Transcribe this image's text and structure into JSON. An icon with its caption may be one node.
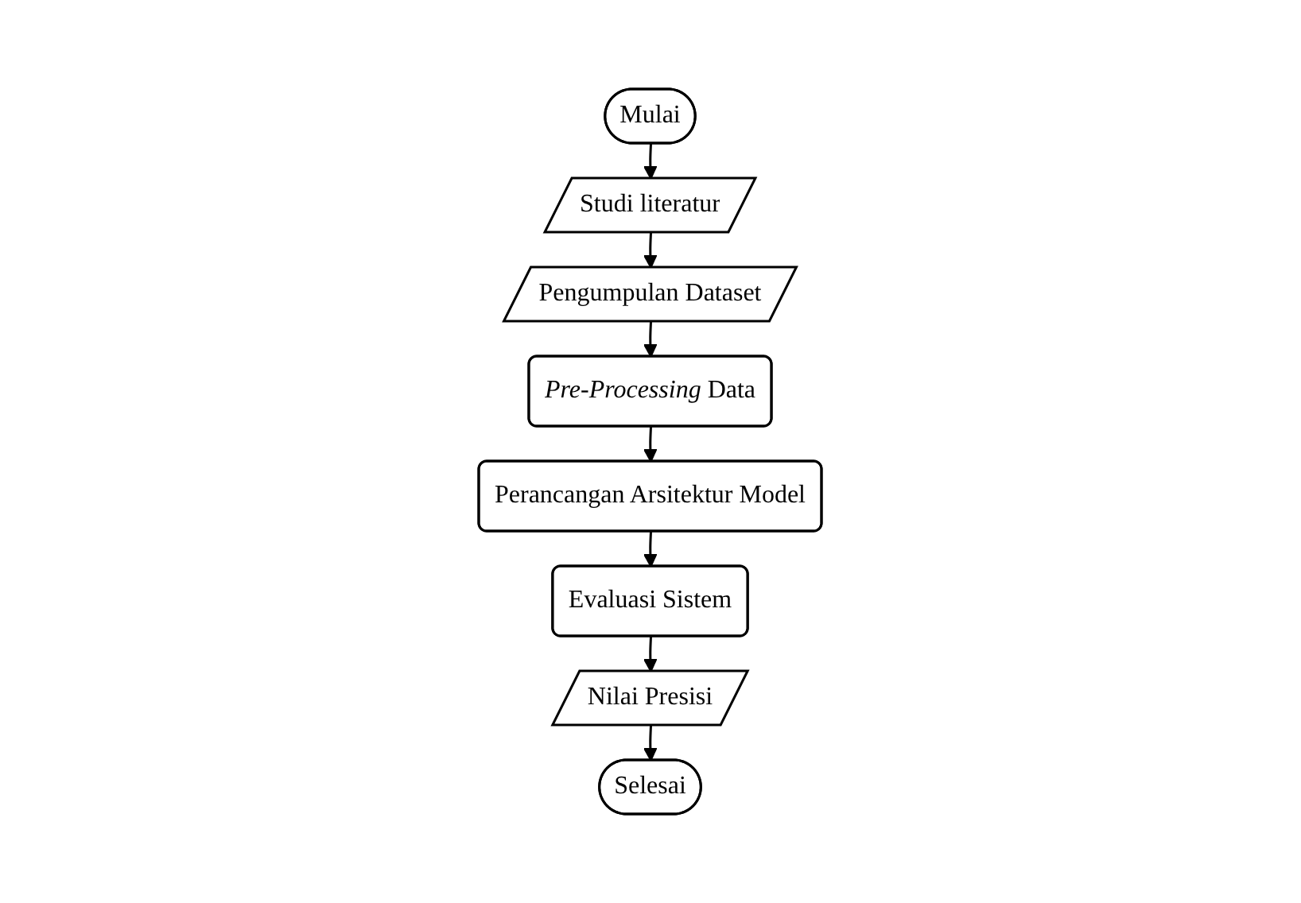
{
  "diagram": {
    "nodes": [
      {
        "text": [
          "Mulai"
        ]
      },
      {
        "text": [
          "Studi literatur"
        ]
      },
      {
        "text": [
          "Pengumpulan Dataset"
        ]
      },
      {
        "text": [
          "*Pre-Processing* Data"
        ]
      },
      {
        "text": [
          "Perancangan Arsitektur Model"
        ]
      },
      {
        "text": [
          "Evaluasi Sistem"
        ]
      },
      {
        "text": [
          "Nilai Presisi"
        ]
      },
      {
        "text": [
          "Selesai"
        ]
      }
    ],
    "edges": [
      {
        "from": 0,
        "to": 1,
        "arrow": "to"
      },
      {
        "from": 1,
        "to": 2,
        "arrow": "to"
      },
      {
        "from": 2,
        "to": 3,
        "arrow": "to"
      },
      {
        "from": 3,
        "to": 4,
        "arrow": "to"
      },
      {
        "from": 4,
        "to": 5,
        "arrow": "to"
      },
      {
        "from": 5,
        "to": 6,
        "arrow": "to"
      },
      {
        "from": 6,
        "to": 7,
        "arrow": "to"
      }
    ]
  }
}
